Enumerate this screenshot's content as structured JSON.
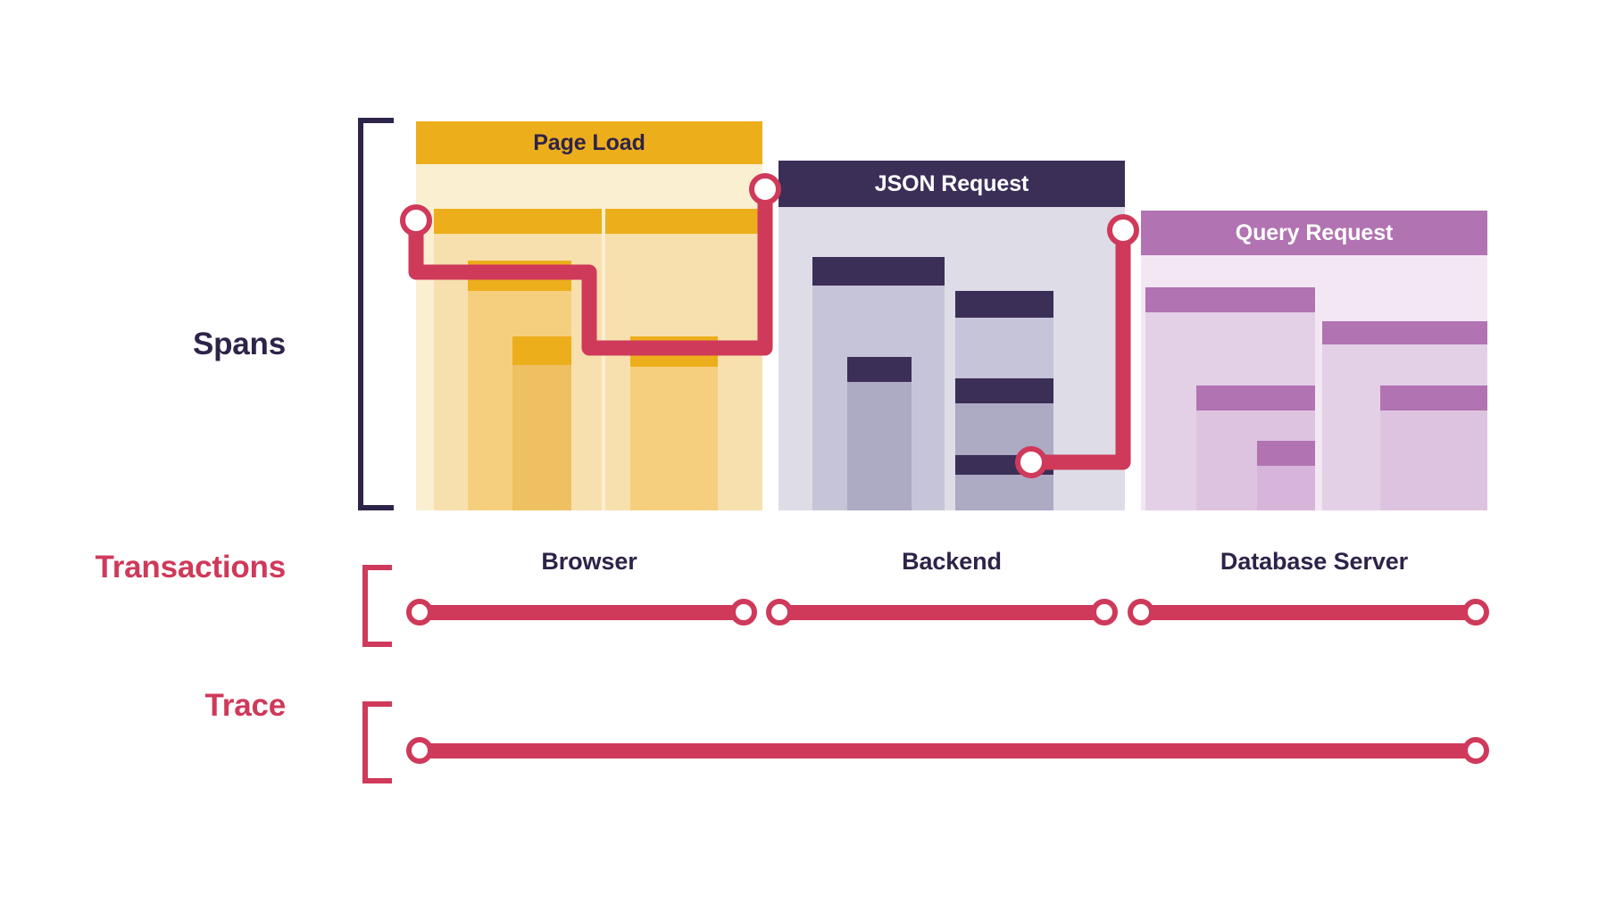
{
  "diagram": {
    "title_hidden": "",
    "background": "#FFFFFF",
    "rows": [
      {
        "key": "spans",
        "label": "Spans",
        "color": "#2E2348"
      },
      {
        "key": "transactions",
        "label": "Transactions",
        "color": "#CF395A"
      },
      {
        "key": "trace",
        "label": "Trace",
        "color": "#CF395A"
      }
    ]
  },
  "palette": {
    "accent_red": "#CF395A",
    "ink": "#2E2348",
    "browser_header": "#EDAE1C",
    "browser_bar": "#EDAE1C",
    "browser_body_light": "#FBEFD2",
    "browser_body_mid": "#F7E0AE",
    "browser_body_dark": "#F6CF7E",
    "backend_header": "#3B2E57",
    "backend_bar": "#3B2E57",
    "backend_body_light": "#DEDDE7",
    "backend_body_mid": "#C6C4D8",
    "backend_body_dark": "#ADAAC4",
    "database_header": "#B173B1",
    "database_bar": "#B173B1",
    "database_body_light": "#F3E7F3",
    "database_body_mid": "#E3D0E7",
    "database_body_dark": "#DEC3E0"
  },
  "groups": [
    {
      "key": "browser",
      "header_label": "Page Load",
      "header_text_color": "#2E2348",
      "service_label": "Browser",
      "spans": [
        {
          "name": "page-load-root-span"
        },
        {
          "name": "resource-span-a"
        },
        {
          "name": "resource-span-b"
        },
        {
          "name": "resource-span-c"
        },
        {
          "name": "resource-span-d"
        },
        {
          "name": "resource-span-e"
        }
      ]
    },
    {
      "key": "backend",
      "header_label": "JSON Request",
      "header_text_color": "#FFFFFF",
      "service_label": "Backend",
      "spans": [
        {
          "name": "json-request-root-span"
        },
        {
          "name": "handler-span-a"
        },
        {
          "name": "handler-span-b"
        },
        {
          "name": "handler-span-c"
        },
        {
          "name": "handler-span-d"
        }
      ]
    },
    {
      "key": "database",
      "header_label": "Query Request",
      "header_text_color": "#FFFFFF",
      "service_label": "Database Server",
      "spans": [
        {
          "name": "query-request-root-span"
        },
        {
          "name": "query-span-a"
        },
        {
          "name": "query-span-b"
        },
        {
          "name": "query-span-c"
        },
        {
          "name": "query-span-d"
        }
      ]
    }
  ],
  "transactions_rail": {
    "segments": [
      {
        "name": "browser-transaction"
      },
      {
        "name": "backend-transaction"
      },
      {
        "name": "database-transaction"
      }
    ]
  },
  "trace_rail": {
    "segments": [
      {
        "name": "full-trace"
      }
    ]
  },
  "connector": {
    "name": "distributed-trace-connector",
    "nodes": [
      {
        "name": "connector-node-browser-start"
      },
      {
        "name": "connector-node-backend-start"
      },
      {
        "name": "connector-node-backend-db-call"
      },
      {
        "name": "connector-node-database-start"
      }
    ]
  }
}
